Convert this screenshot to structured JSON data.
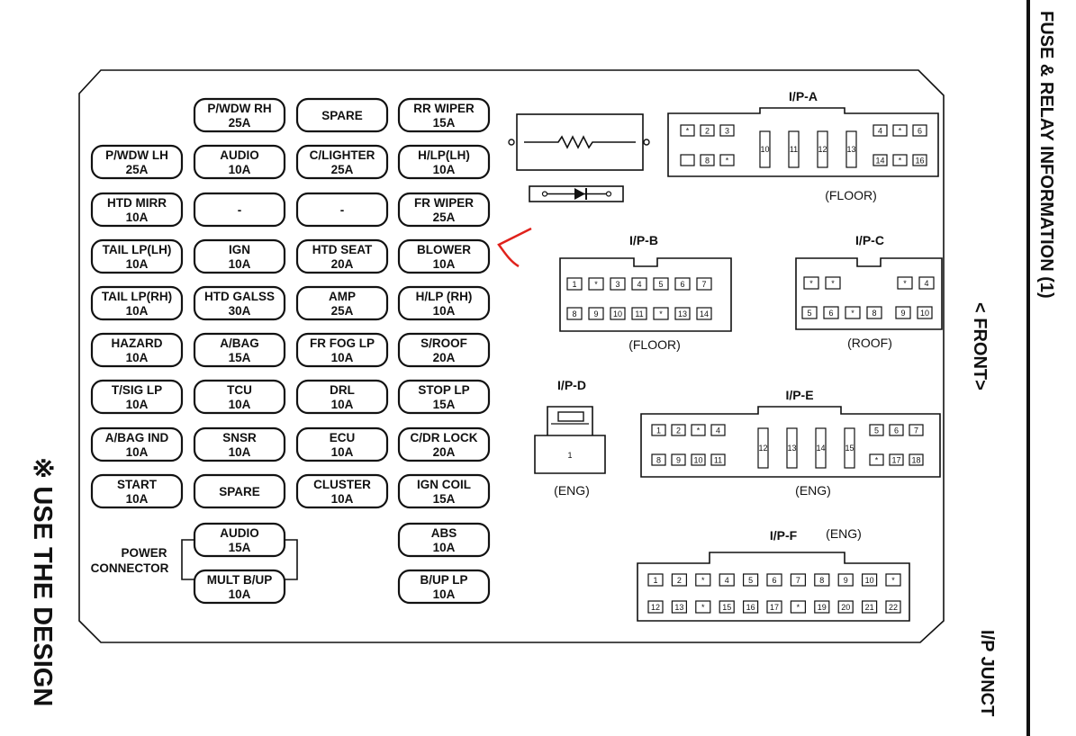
{
  "fuses": [
    {
      "name": "P/WDW RH",
      "rating": "25A"
    },
    {
      "name": "SPARE",
      "rating": ""
    },
    {
      "name": "RR WIPER",
      "rating": "15A"
    },
    {
      "name": "P/WDW LH",
      "rating": "25A"
    },
    {
      "name": "AUDIO",
      "rating": "10A"
    },
    {
      "name": "C/LIGHTER",
      "rating": "25A"
    },
    {
      "name": "H/LP(LH)",
      "rating": "10A"
    },
    {
      "name": "HTD MIRR",
      "rating": "10A"
    },
    {
      "name": "-",
      "rating": ""
    },
    {
      "name": "-",
      "rating": ""
    },
    {
      "name": "FR WIPER",
      "rating": "25A"
    },
    {
      "name": "TAIL LP(LH)",
      "rating": "10A"
    },
    {
      "name": "IGN",
      "rating": "10A"
    },
    {
      "name": "HTD SEAT",
      "rating": "20A"
    },
    {
      "name": "BLOWER",
      "rating": "10A"
    },
    {
      "name": "TAIL LP(RH)",
      "rating": "10A"
    },
    {
      "name": "HTD GALSS",
      "rating": "30A"
    },
    {
      "name": "AMP",
      "rating": "25A"
    },
    {
      "name": "H/LP (RH)",
      "rating": "10A"
    },
    {
      "name": "HAZARD",
      "rating": "10A"
    },
    {
      "name": "A/BAG",
      "rating": "15A"
    },
    {
      "name": "FR FOG LP",
      "rating": "10A"
    },
    {
      "name": "S/ROOF",
      "rating": "20A"
    },
    {
      "name": "T/SIG LP",
      "rating": "10A"
    },
    {
      "name": "TCU",
      "rating": "10A"
    },
    {
      "name": "DRL",
      "rating": "10A"
    },
    {
      "name": "STOP LP",
      "rating": "15A"
    },
    {
      "name": "A/BAG IND",
      "rating": "10A"
    },
    {
      "name": "SNSR",
      "rating": "10A"
    },
    {
      "name": "ECU",
      "rating": "10A"
    },
    {
      "name": "C/DR LOCK",
      "rating": "20A"
    },
    {
      "name": "START",
      "rating": "10A"
    },
    {
      "name": "SPARE",
      "rating": ""
    },
    {
      "name": "CLUSTER",
      "rating": "10A"
    },
    {
      "name": "IGN COIL",
      "rating": "15A"
    },
    {
      "name": "AUDIO",
      "rating": "15A"
    },
    {
      "name": "ABS",
      "rating": "10A"
    },
    {
      "name": "MULT B/UP",
      "rating": "10A"
    },
    {
      "name": "B/UP LP",
      "rating": "10A"
    }
  ],
  "power_connector_label": [
    "POWER",
    "CONNECTOR"
  ],
  "connectors": {
    "ipa": {
      "title": "I/P-A",
      "location": "(FLOOR)",
      "top_left": [
        "*",
        "2",
        "3"
      ],
      "bottom_left": [
        "",
        "8",
        "*"
      ],
      "tall": [
        "10",
        "11",
        "12",
        "13"
      ],
      "top_right": [
        "4",
        "*",
        "6"
      ],
      "bottom_right": [
        "14",
        "*",
        "16"
      ]
    },
    "ipb": {
      "title": "I/P-B",
      "location": "(FLOOR)",
      "row1": [
        "1",
        "*",
        "3",
        "4",
        "5",
        "6",
        "7"
      ],
      "row2": [
        "8",
        "9",
        "10",
        "11",
        "*",
        "13",
        "14"
      ]
    },
    "ipc": {
      "title": "I/P-C",
      "location": "(ROOF)",
      "row1": [
        "*",
        "*",
        "",
        "",
        "*",
        "4"
      ],
      "row2": [
        "5",
        "6",
        "*",
        "8",
        "9",
        "10"
      ]
    },
    "ipd": {
      "title": "I/P-D",
      "location": "(ENG)",
      "pin": "1"
    },
    "ipe": {
      "title": "I/P-E",
      "location": "(ENG)",
      "top_left": [
        "1",
        "2",
        "*",
        "4"
      ],
      "bottom_left": [
        "8",
        "9",
        "10",
        "11"
      ],
      "tall": [
        "12",
        "13",
        "14",
        "15"
      ],
      "top_right": [
        "5",
        "6",
        "7"
      ],
      "bottom_right": [
        "*",
        "17",
        "18"
      ]
    },
    "ipf": {
      "title": "I/P-F",
      "location": "(ENG)",
      "row1": [
        "1",
        "2",
        "*",
        "4",
        "5",
        "6",
        "7",
        "8",
        "9",
        "10",
        "*"
      ],
      "row2": [
        "12",
        "13",
        "*",
        "15",
        "16",
        "17",
        "*",
        "19",
        "20",
        "21",
        "22"
      ]
    }
  },
  "side_text": {
    "title": "FUSE & RELAY INFORMATION (1)",
    "front": "< FRONT>",
    "junction": "I/P JUNCT",
    "note": "※ USE THE DESIGN"
  },
  "colors": {
    "ink": "#111111",
    "annotation_arrow": "#e0221c"
  }
}
